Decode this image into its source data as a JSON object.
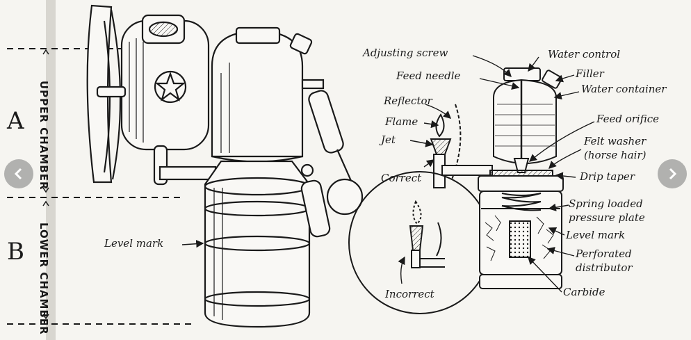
{
  "labels": {
    "upper_chamber": "UPPER CHAMBER",
    "lower_chamber": "LOWER CHAMBER",
    "a": "A",
    "b": "B",
    "level_mark_left": "Level mark",
    "adjusting_screw": "Adjusting screw",
    "water_control": "Water control",
    "feed_needle": "Feed needle",
    "filler": "Filler",
    "water_container": "Water container",
    "reflector": "Reflector",
    "flame": "Flame",
    "jet": "Jet",
    "feed_orifice": "Feed orifice",
    "felt_washer_1": "Felt washer",
    "felt_washer_2": "(horse hair)",
    "correct": "Correct",
    "drip_taper": "Drip taper",
    "spring_1": "Spring loaded",
    "spring_2": "pressure plate",
    "level_mark_right": "Level mark",
    "perforated_1": "Perforated",
    "perforated_2": "distributor",
    "carbide": "Carbide",
    "incorrect": "Incorrect"
  },
  "nav": {
    "prev_icon": "chevron-left-icon",
    "next_icon": "chevron-right-icon"
  },
  "colors": {
    "ink": "#1a1a1a",
    "paper": "#f6f5f1",
    "nav_bg": "#7a7a7a"
  }
}
